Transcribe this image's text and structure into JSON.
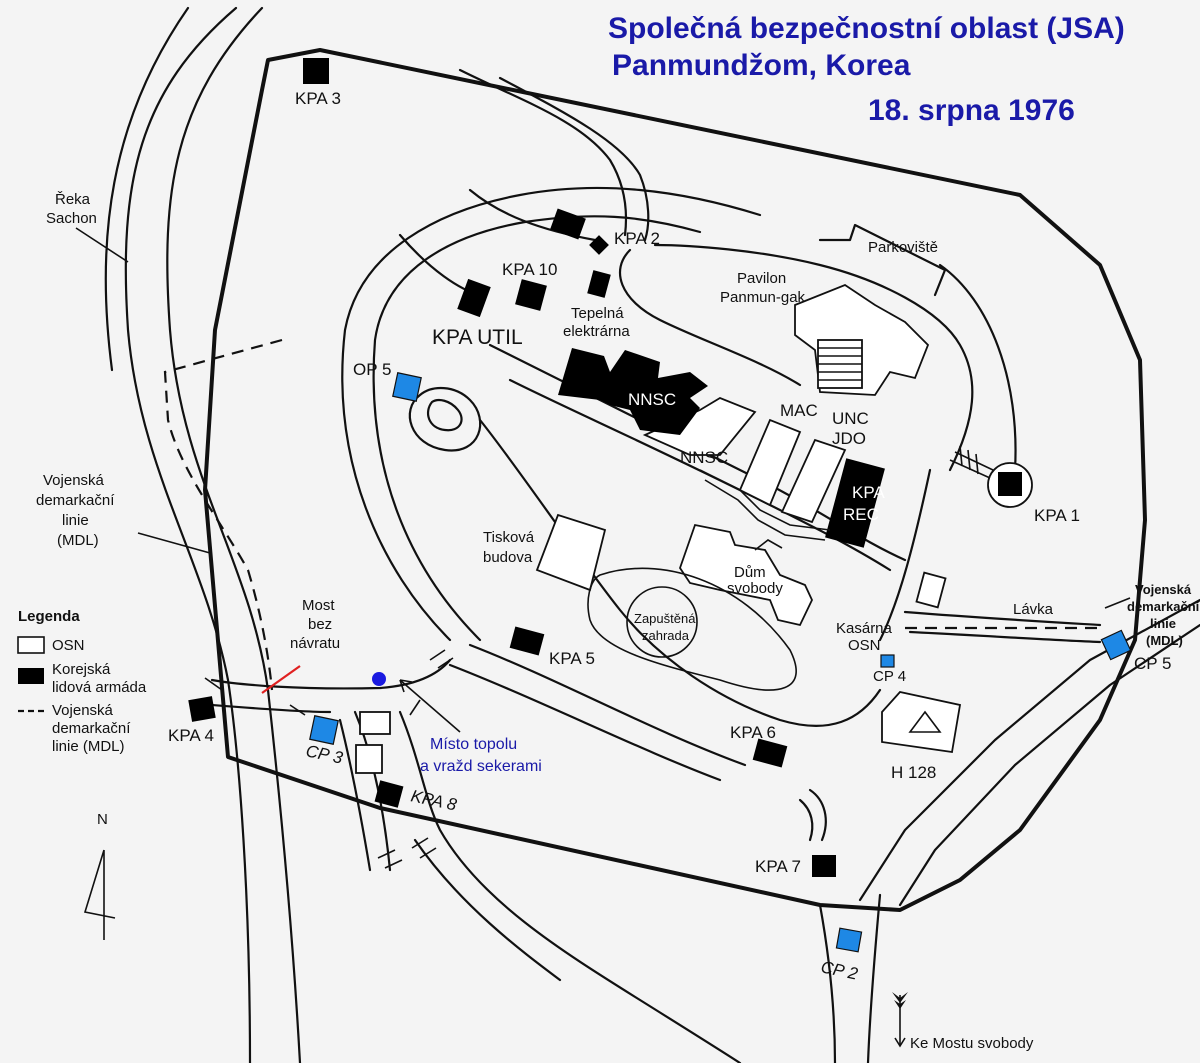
{
  "title": {
    "line1": "Společná bezpečnostní oblast (JSA)",
    "line2": "Panmundžom, Korea",
    "date": "18. srpna 1976"
  },
  "labels": {
    "kpa3": "KPA 3",
    "kpa2": "KPA 2",
    "kpa10": "KPA 10",
    "kpa_util": "KPA UTIL",
    "tepelna1": "Tepelná",
    "tepelna2": "elektrárna",
    "parkoviste": "Parkoviště",
    "pavilon1": "Pavilon",
    "pavilon2": "Panmun-gak",
    "op5": "OP 5",
    "nnsc_main": "NNSC",
    "nnsc2": "NNSC",
    "mac": "MAC",
    "unc1": "UNC",
    "unc2": "JDO",
    "kpa_rec1": "KPA",
    "kpa_rec2": "REC",
    "kpa1": "KPA 1",
    "tiskova1": "Tisková",
    "tiskova2": "budova",
    "dum1": "Dům",
    "dum2": "svobody",
    "zahrada1": "Zapuštěná",
    "zahrada2": "zahrada",
    "kasarna1": "Kasárna",
    "kasarna2": "OSN",
    "cp4": "CP 4",
    "lavka": "Lávka",
    "kpa5": "KPA 5",
    "kpa6": "KPA 6",
    "h128": "H 128",
    "kpa7": "KPA 7",
    "cp2": "CP 2",
    "ke_mostu": "Ke Mostu svobody",
    "kpa8": "KPA 8",
    "cp3": "CP 3",
    "kpa4": "KPA 4",
    "most1": "Most",
    "most2": "bez",
    "most3": "návratu",
    "misto1": "Místo topolu",
    "misto2": "a vražd sekerami",
    "reka1": "Řeka",
    "reka2": "Sachon",
    "mdl_left1": "Vojenská",
    "mdl_left2": "demarkační",
    "mdl_left3": "linie",
    "mdl_left4": "(MDL)",
    "mdl_right1": "Vojenská",
    "mdl_right2": "demarkační",
    "mdl_right3": "linie",
    "mdl_right4": "(MDL)",
    "cp5": "CP 5",
    "north": "N"
  },
  "legend": {
    "title": "Legenda",
    "osn": "OSN",
    "kpa1": "Korejská",
    "kpa2": "lidová armáda",
    "mdl1": "Vojenská",
    "mdl2": "demarkační",
    "mdl3": "linie (MDL)"
  },
  "colors": {
    "un_post": "#1e88e5",
    "kpa_post": "#000000",
    "title": "#1a1aa8",
    "axe_murder_site": "#1a1ae0",
    "bridge_marker": "#e02020"
  }
}
